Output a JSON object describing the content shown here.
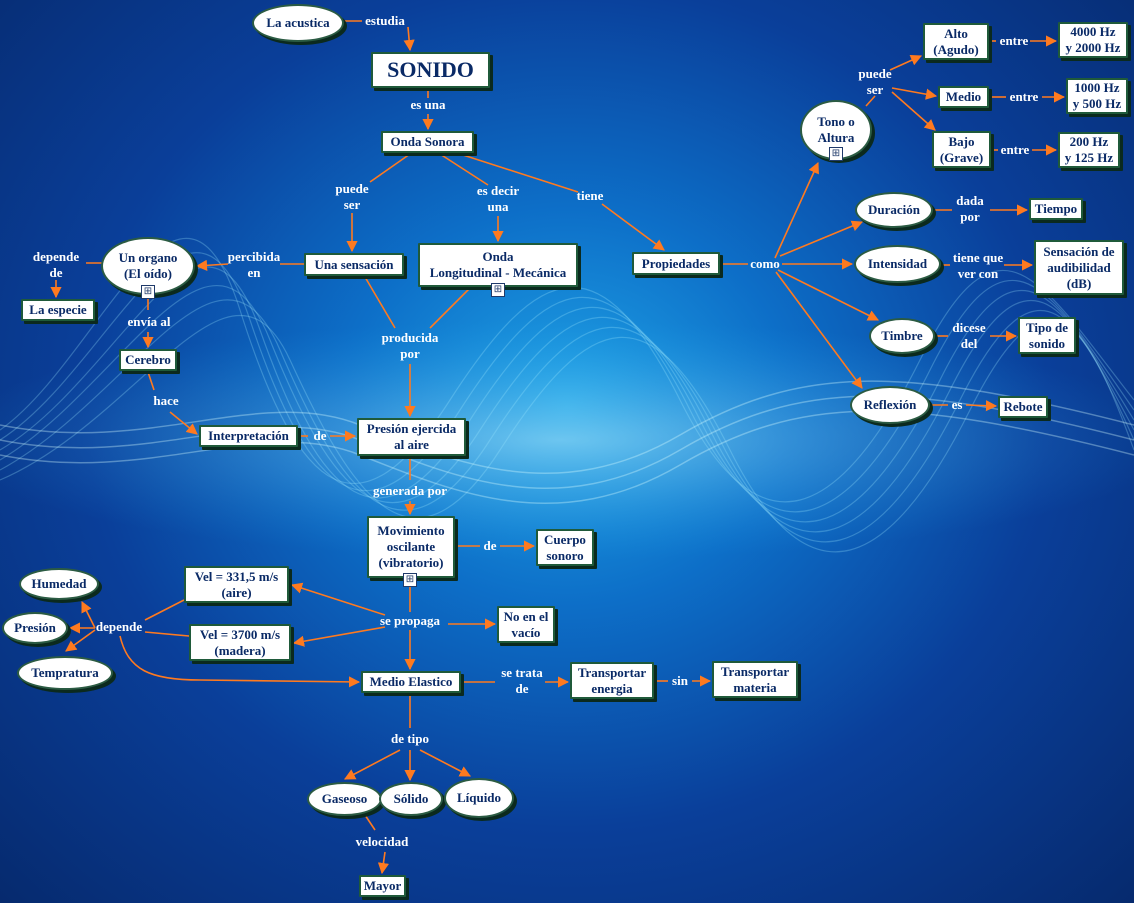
{
  "colors": {
    "background": "#0d6fc8",
    "arrow": "#ff7a1f",
    "node_fill": "#ffffff",
    "node_text": "#0a2a66",
    "label_text": "#ffffff"
  },
  "nodes": {
    "la_acustica": "La acustica",
    "sonido": "SONIDO",
    "onda_sonora": "Onda Sonora",
    "una_sensacion": "Una sensación",
    "onda_longitudinal": "Onda\nLongitudinal - Mecánica",
    "propiedades": "Propiedades",
    "un_organo": "Un organo\n(El oído)",
    "la_especie": "La especie",
    "cerebro": "Cerebro",
    "interpretacion": "Interpretación",
    "presion_ejercida": "Presión ejercida\nal aire",
    "movimiento": "Movimiento\noscilante\n(vibratorio)",
    "cuerpo_sonoro": "Cuerpo\nsonoro",
    "vel_aire": "Vel = 331,5 m/s\n(aire)",
    "vel_madera": "Vel = 3700 m/s\n(madera)",
    "no_vacio": "No en el\nvacío",
    "humedad": "Humedad",
    "presion": "Presión",
    "tempratura": "Tempratura",
    "medio_elastico": "Medio Elastico",
    "transportar_energia": "Transportar\nenergia",
    "transportar_materia": "Transportar\nmateria",
    "gaseoso": "Gaseoso",
    "solido": "Sólido",
    "liquido": "Líquido",
    "mayor": "Mayor",
    "tono": "Tono o\nAltura",
    "alto": "Alto\n(Agudo)",
    "medio": "Medio",
    "bajo": "Bajo\n(Grave)",
    "hz_4000": "4000 Hz\ny 2000 Hz",
    "hz_1000": "1000 Hz\ny 500 Hz",
    "hz_200": "200 Hz\ny 125 Hz",
    "duracion": "Duración",
    "tiempo": "Tiempo",
    "intensidad": "Intensidad",
    "sensacion_db": "Sensación de\naudibilidad\n(dB)",
    "timbre": "Timbre",
    "tipo_sonido": "Tipo de\nsonido",
    "reflexion": "Reflexión",
    "rebote": "Rebote"
  },
  "labels": {
    "estudia": "estudia",
    "es_una": "es una",
    "puede_ser": "puede\nser",
    "es_decir_una": "es decir\nuna",
    "tiene": "tiene",
    "percibida_en": "percibida\nen",
    "depende_de": "depende\nde",
    "envia_al": "envía al",
    "hace": "hace",
    "de_interp": "de",
    "producida_por": "producida\npor",
    "generada_por": "generada por",
    "de_cuerpo": "de",
    "se_propaga": "se propaga",
    "depende": "depende",
    "se_trata_de": "se trata\nde",
    "sin": "sin",
    "de_tipo": "de tipo",
    "velocidad": "velocidad",
    "como": "como",
    "puede_ser_tono": "puede\nser",
    "entre_1": "entre",
    "entre_2": "entre",
    "entre_3": "entre",
    "dada_por": "dada\npor",
    "tiene_que_ver": "tiene que\nver con",
    "dicese_del": "dicese\ndel",
    "es": "es"
  },
  "icons": [
    "concept-map-icon"
  ]
}
